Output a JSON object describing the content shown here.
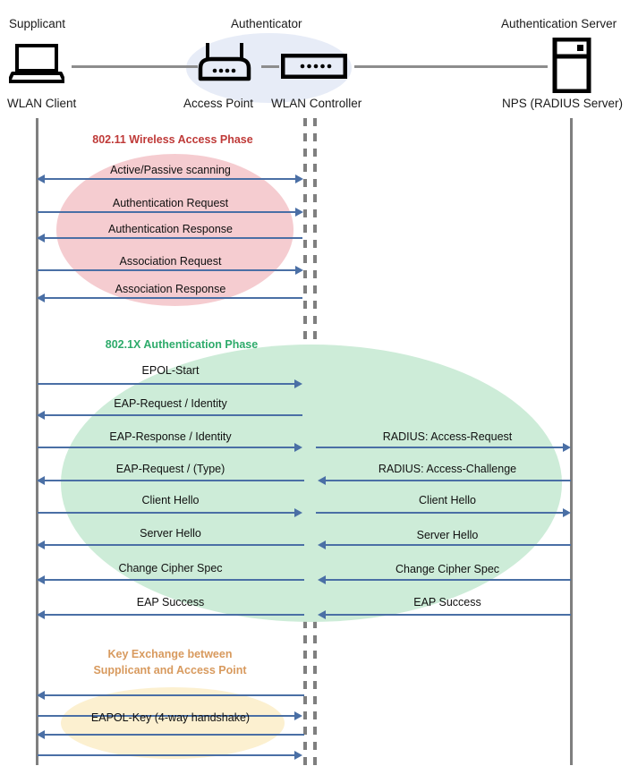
{
  "diagram": {
    "title": "802.1X / WPA2-Enterprise WLAN authentication sequence",
    "colors": {
      "phase_80211": "#bf3a38",
      "phase_8021x": "#2eab6b",
      "phase_key": "#d89a5e",
      "ellipse_80211": "#f5ccd0",
      "ellipse_8021x": "#cdecd8",
      "ellipse_key": "#fcf0d0",
      "ellipse_authenticator": "#e7ecf7",
      "arrow": "#4a6fa5",
      "lifeline": "#7f7f7f"
    }
  },
  "actors": [
    {
      "role": "Supplicant",
      "device": "WLAN Client",
      "icon": "laptop-icon"
    },
    {
      "role": "Authenticator",
      "device": "Access Point",
      "icon": "access-point-icon"
    },
    {
      "role": "",
      "device": "WLAN Controller",
      "icon": "wlan-controller-icon"
    },
    {
      "role": "Authentication Server",
      "device": "NPS (RADIUS Server)",
      "icon": "server-icon"
    }
  ],
  "phases": [
    {
      "id": "phase-80211",
      "title": "802.11 Wireless Access Phase",
      "color": "#bf3a38",
      "messages": [
        {
          "label": "Active/Passive scanning",
          "direction": "both",
          "side": "left"
        },
        {
          "label": "Authentication Request",
          "direction": "right",
          "side": "left"
        },
        {
          "label": "Authentication Response",
          "direction": "left",
          "side": "left"
        },
        {
          "label": "Association Request",
          "direction": "right",
          "side": "left"
        },
        {
          "label": "Association Response",
          "direction": "left",
          "side": "left"
        }
      ]
    },
    {
      "id": "phase-8021x",
      "title": "802.1X Authentication Phase",
      "color": "#2eab6b",
      "messages": [
        {
          "label": "EPOL-Start",
          "direction": "right",
          "side": "left"
        },
        {
          "label": "EAP-Request / Identity",
          "direction": "left",
          "side": "left"
        },
        {
          "label": "EAP-Response / Identity",
          "direction": "right",
          "side": "left"
        },
        {
          "label": "RADIUS: Access-Request",
          "direction": "right",
          "side": "right"
        },
        {
          "label": "EAP-Request / (Type)",
          "direction": "left",
          "side": "left"
        },
        {
          "label": "RADIUS: Access-Challenge",
          "direction": "left",
          "side": "right"
        },
        {
          "label": "Client Hello",
          "direction": "right",
          "side": "left"
        },
        {
          "label": "Client Hello",
          "direction": "right",
          "side": "right"
        },
        {
          "label": "Server Hello",
          "direction": "left",
          "side": "left"
        },
        {
          "label": "Server Hello",
          "direction": "left",
          "side": "right"
        },
        {
          "label": "Change Cipher Spec",
          "direction": "left",
          "side": "left"
        },
        {
          "label": "Change Cipher Spec",
          "direction": "left",
          "side": "right"
        },
        {
          "label": "EAP Success",
          "direction": "left",
          "side": "left"
        },
        {
          "label": "EAP Success",
          "direction": "left",
          "side": "right"
        }
      ]
    },
    {
      "id": "phase-key",
      "title": "Key Exchange between\nSupplicant and Access Point",
      "title_line1": "Key Exchange between",
      "title_line2": "Supplicant and Access Point",
      "color": "#d89a5e",
      "messages": [
        {
          "label": "",
          "direction": "left",
          "side": "left"
        },
        {
          "label": "",
          "direction": "right",
          "side": "left"
        },
        {
          "label": "EAPOL-Key (4-way handshake)",
          "direction": "left",
          "side": "left"
        },
        {
          "label": "",
          "direction": "right",
          "side": "left"
        }
      ]
    }
  ]
}
